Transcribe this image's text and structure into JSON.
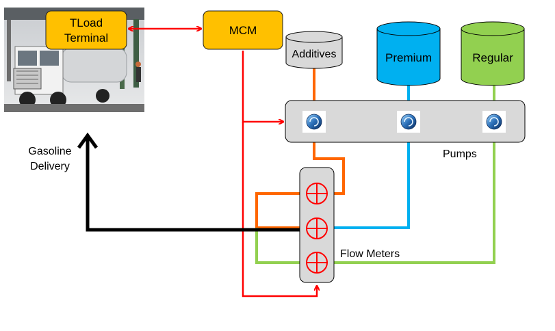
{
  "boxes": {
    "tload": {
      "line1": "TLoad",
      "line2": "Terminal",
      "fill": "#FFC000"
    },
    "mcm": {
      "label": "MCM",
      "fill": "#FFC000"
    }
  },
  "tanks": [
    {
      "name": "additives",
      "label": "Additives",
      "fill": "#D9D9D9"
    },
    {
      "name": "premium",
      "label": "Premium",
      "fill": "#00B0F0"
    },
    {
      "name": "regular",
      "label": "Regular",
      "fill": "#92D050"
    }
  ],
  "pumps": {
    "label": "Pumps",
    "fill": "#D9D9D9",
    "icon": "pump-icon"
  },
  "flow_meters": {
    "label": "Flow Meters",
    "icon": "flow-meter-icon"
  },
  "delivery": {
    "line1": "Gasoline",
    "line2": "Delivery"
  },
  "line_colors": {
    "control": "#FF0000",
    "additives": "#FF6600",
    "premium": "#00B0F0",
    "regular": "#92D050",
    "output": "#000000"
  },
  "photo": {
    "description_icon": "truck-photo"
  }
}
